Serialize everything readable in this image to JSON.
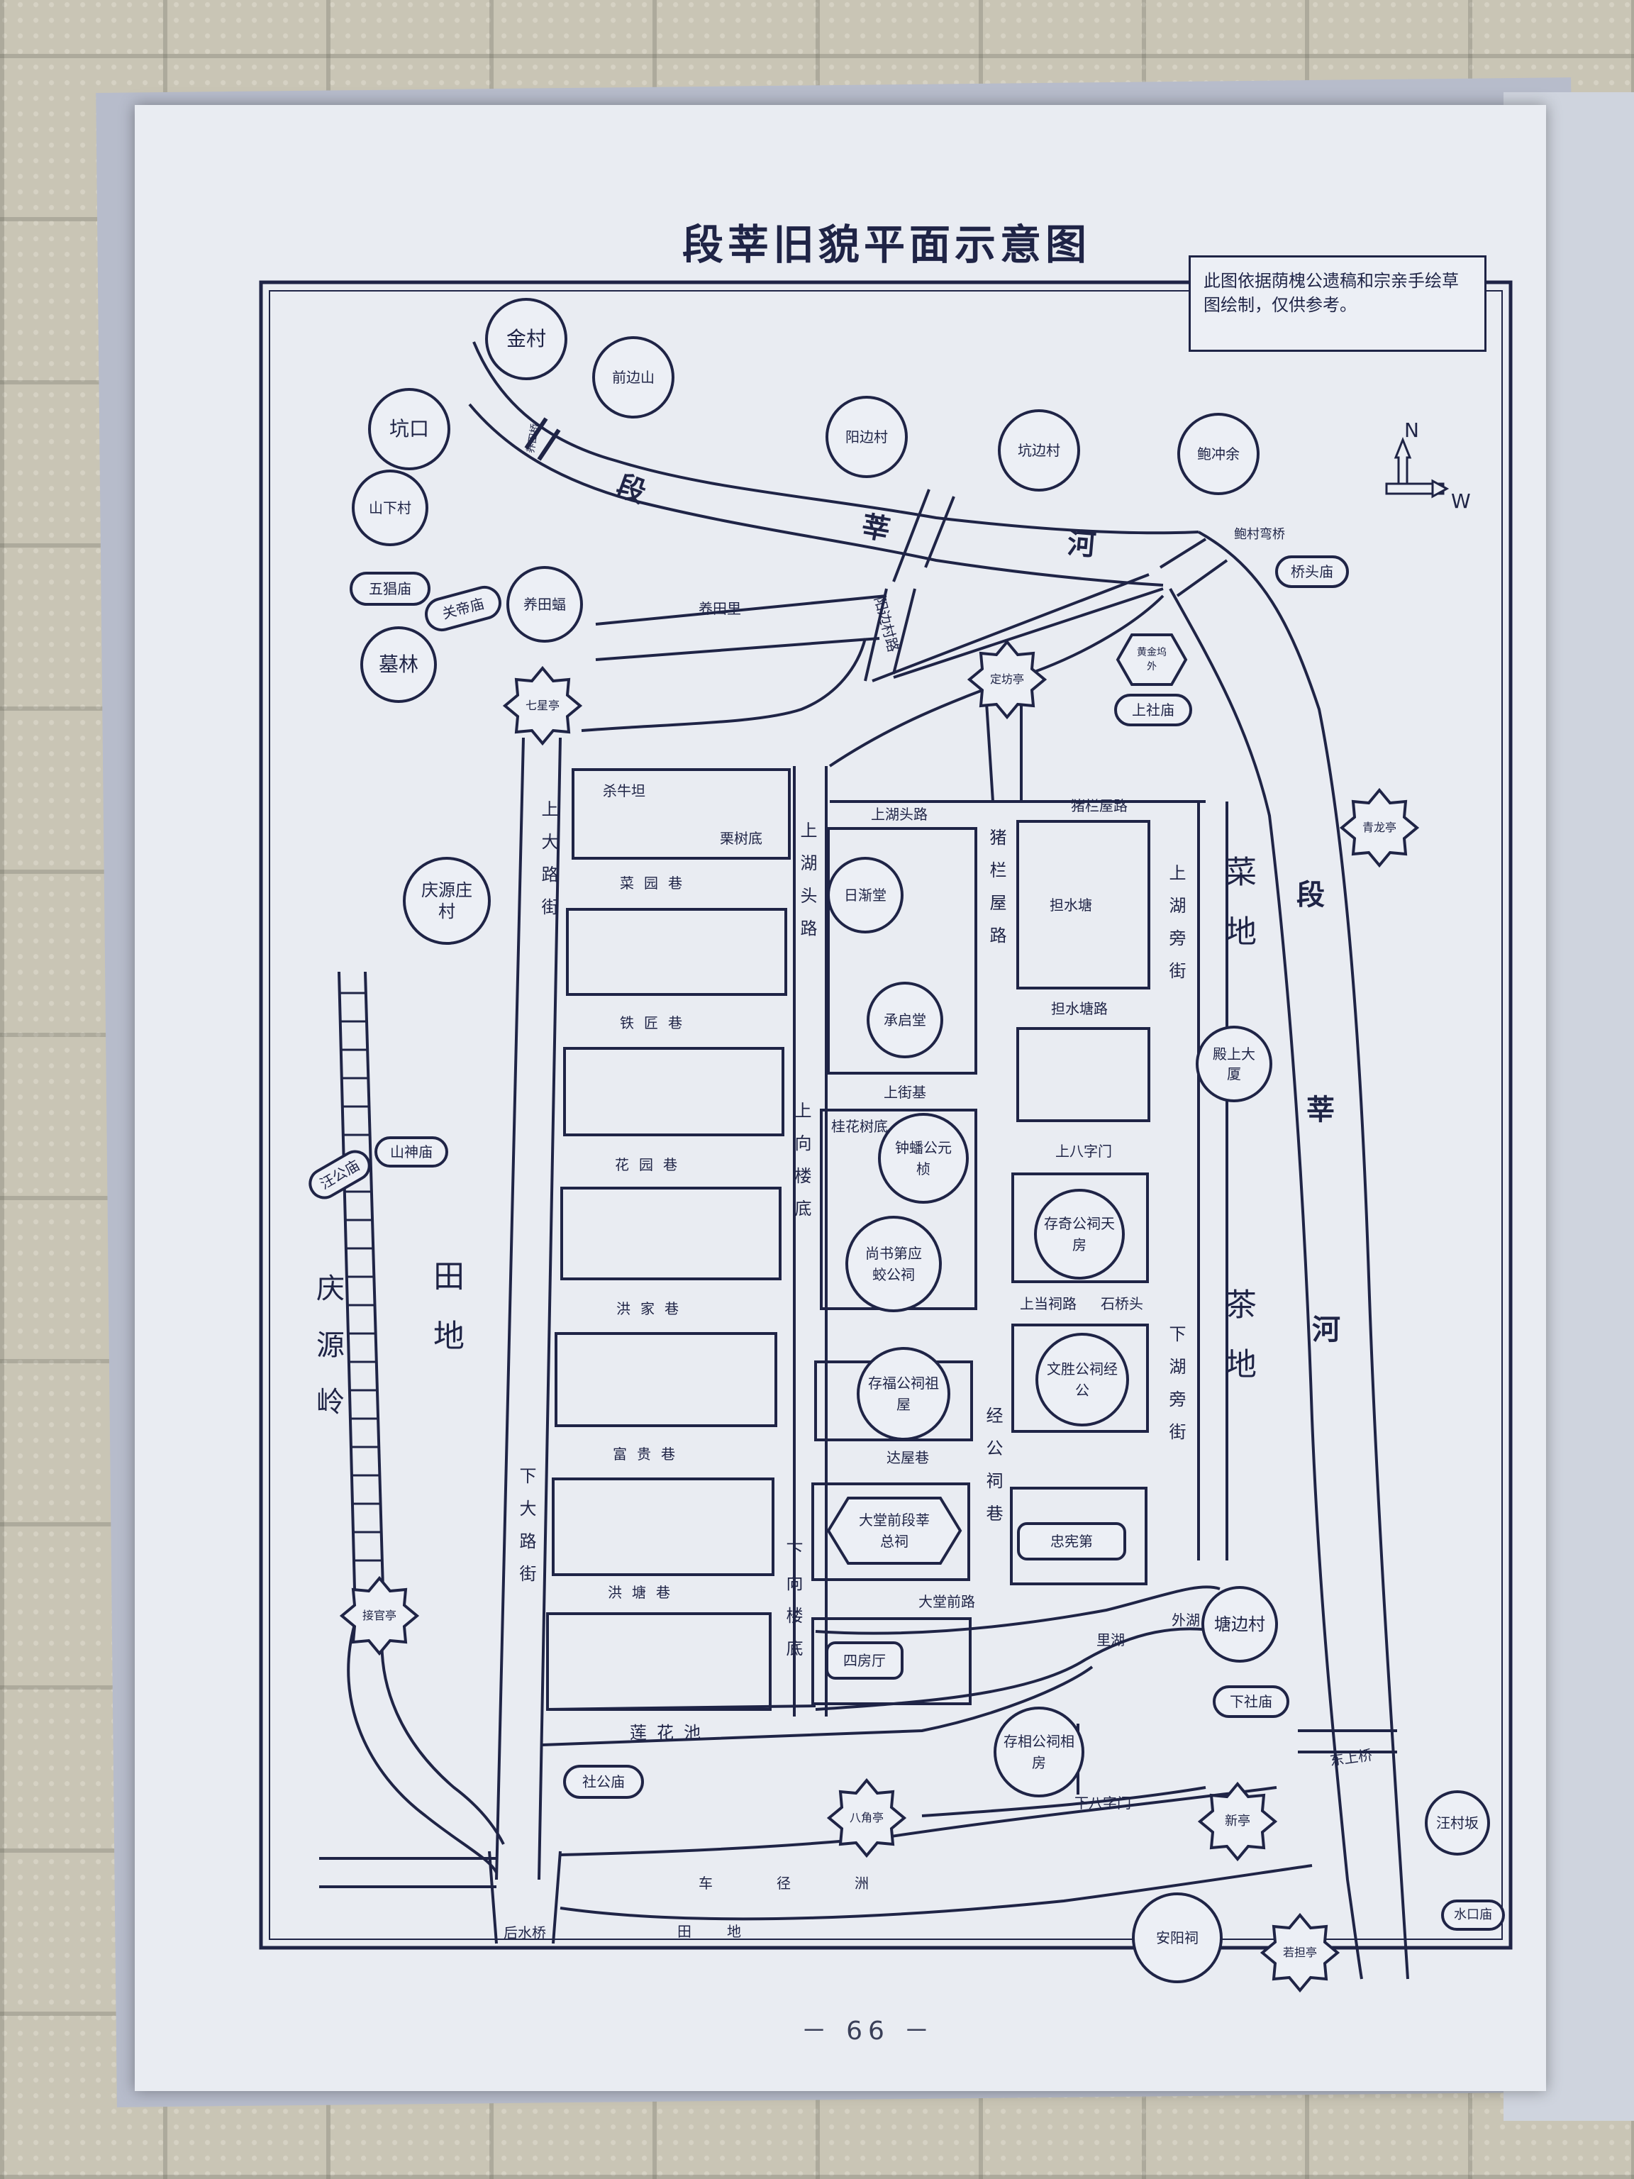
{
  "title": "段莘旧貌平面示意图",
  "note": "此图依据荫槐公遗稿和宗亲手绘草图绘制，仅供参考。",
  "page_number": "－ 66 －",
  "compass": {
    "north": "N",
    "west": "W",
    "icon": "compass-arrow-icon"
  },
  "villages": [
    "金村",
    "前边山",
    "坑口",
    "山下村",
    "阳边村",
    "坑边村",
    "鲍冲余",
    "养田蝠",
    "庆源庄村",
    "塘边村",
    "汪村坂",
    "安阳祠"
  ],
  "temples": [
    "五猖庙",
    "关帝庙",
    "桥头庙",
    "上社庙",
    "山神庙",
    "汪公庙",
    "下社庙",
    "社公庙",
    "水口庙"
  ],
  "pavilions": [
    "七星亭",
    "定坊亭",
    "青龙亭",
    "接官亭",
    "八角亭",
    "新亭",
    "若担亭"
  ],
  "bridges": [
    "养田桥",
    "鲍村弯桥",
    "东上桥",
    "后水桥"
  ],
  "buildings": [
    "日渐堂",
    "承启堂",
    "钟蟠公元桢",
    "尚书第应蛟公祠",
    "存奇公祠天房",
    "文胜公祠经公",
    "存福公祠祖屋",
    "大堂前段莘总祠",
    "忠宪第",
    "四房厅",
    "存相公祠相房",
    "黄金坞外",
    "殿上大厦",
    "担水塘"
  ],
  "places": [
    "墓林",
    "杀牛坦",
    "栗树底",
    "桂花树底",
    "上八字门",
    "下八字门",
    "石桥头",
    "里湖",
    "外湖"
  ],
  "streets": [
    "养田里",
    "阳边村路",
    "上湖头路",
    "猪栏屋路",
    "担水塘路",
    "上街基",
    "上当祠路",
    "达屋巷",
    "大堂前路",
    "上大路街",
    "下大路街",
    "上湖头路",
    "猪栏屋路",
    "上向楼底",
    "下向楼底",
    "上湖旁街",
    "下湖旁街",
    "经公祠巷"
  ],
  "lanes": [
    "菜园巷",
    "铁匠巷",
    "花园巷",
    "洪家巷",
    "富贵巷",
    "洪塘巷",
    "莲花池"
  ],
  "river": [
    "段",
    "莘",
    "河",
    "段",
    "莘",
    "河"
  ],
  "fields": [
    "菜地",
    "茶地",
    "田地",
    "车径洲",
    "田地"
  ],
  "mountain": "庆源岭",
  "colors": {
    "ink": "#1f2446",
    "paper": "#e9ecf2",
    "background": "#c9c5b5"
  }
}
